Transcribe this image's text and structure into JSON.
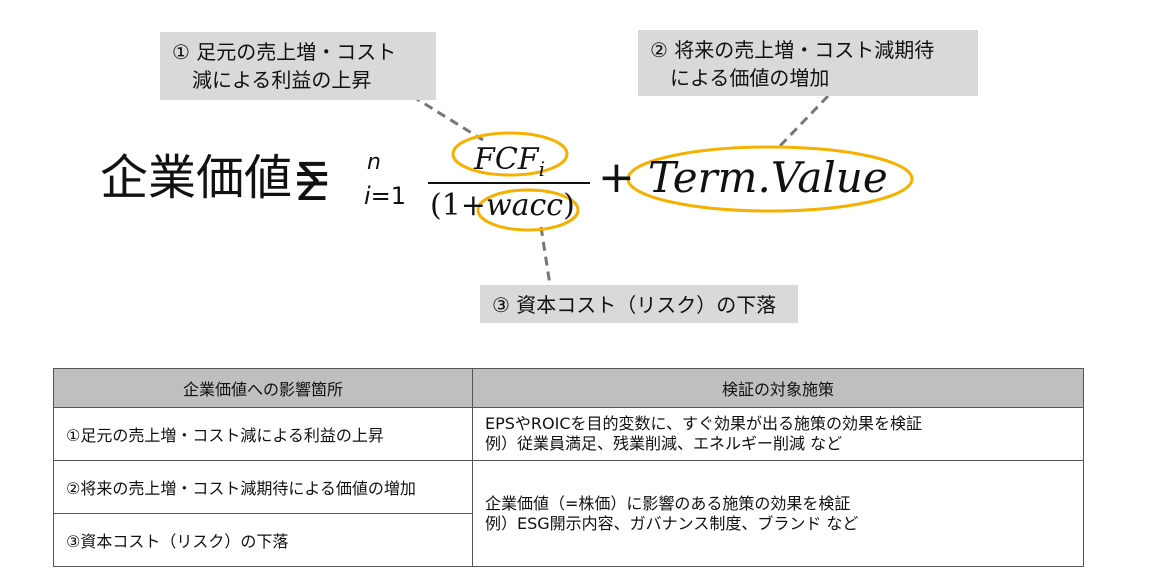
{
  "diagram": {
    "equation": {
      "lhs": "企業価値=",
      "sum": "∑",
      "upper": "n",
      "lower_var": "i",
      "lower_rest": "=1",
      "numerator_main": "FCF",
      "numerator_sub": "i",
      "den_open": "(1+",
      "den_var": "wacc",
      "den_close": ")",
      "plus": "+",
      "terminal": "Term.Value"
    },
    "callouts": [
      {
        "text": "① 足元の売上増・コスト\n　減による利益の上昇"
      },
      {
        "text": "② 将来の売上増・コスト減期待\n　による価値の増加"
      },
      {
        "text": "③ 資本コスト（リスク）の下落"
      }
    ],
    "colors": {
      "highlight": "#f5b000",
      "callout_bg": "#d9d9d9",
      "connector": "#777777"
    }
  },
  "table": {
    "headers": [
      "企業価値への影響箇所",
      "検証の対象施策"
    ],
    "rows": [
      "①足元の売上増・コスト減による利益の上昇",
      "②将来の売上増・コスト減期待による価値の増加",
      "③資本コスト（リスク）の下落"
    ],
    "measures": [
      [
        "EPSやROICを目的変数に、すぐ効果が出る施策の効果を検証",
        "例）従業員満足、残業削減、エネルギー削減 など"
      ],
      [
        "企業価値（=株価）に影響のある施策の効果を検証",
        "例）ESG開示内容、ガバナンス制度、ブランド など"
      ]
    ],
    "colors": {
      "header_bg": "#bfbfbf",
      "border": "#555555"
    }
  }
}
